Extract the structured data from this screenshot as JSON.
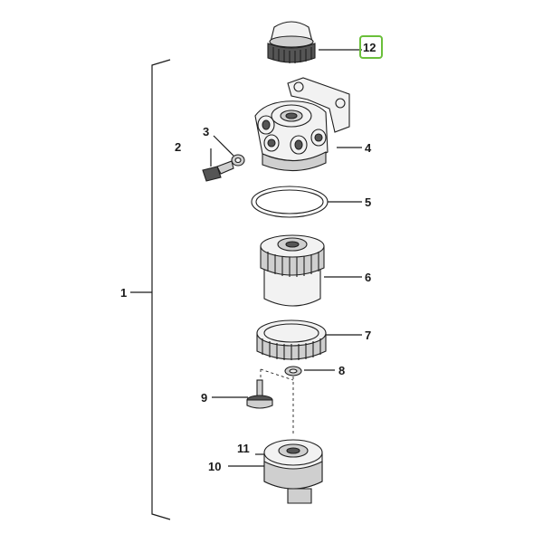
{
  "diagram": {
    "callouts": {
      "c1": "1",
      "c2": "2",
      "c3": "3",
      "c4": "4",
      "c5": "5",
      "c6": "6",
      "c7": "7",
      "c8": "8",
      "c9": "9",
      "c10": "10",
      "c11": "11",
      "c12": "12"
    },
    "colors": {
      "highlight_box": "#6abf3a",
      "line": "#1a1a1a",
      "part_fill": "#f2f2f2",
      "shade": "#cfcfcf"
    }
  }
}
